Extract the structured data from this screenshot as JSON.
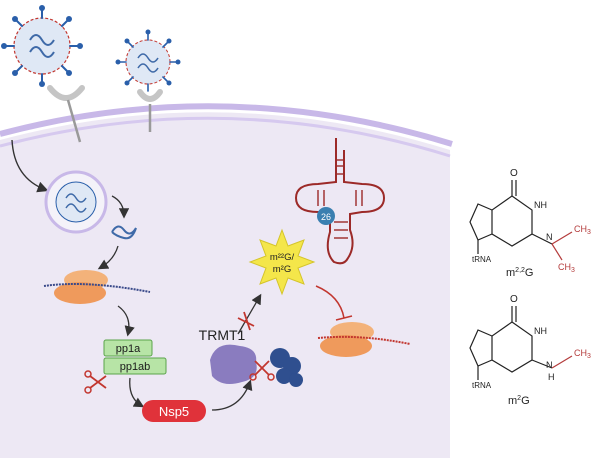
{
  "labels": {
    "pp1a": "pp1a",
    "pp1ab": "pp1ab",
    "nsp5": "Nsp5",
    "trmt1": "TRMT1",
    "mod_line1": "m²²G/",
    "mod_line2": "m²G",
    "trna_position": "26"
  },
  "structures": {
    "top": {
      "name_base": "m",
      "name_sup": "2,2",
      "name_end": "G",
      "tRNA": "tRNA",
      "N": "N",
      "NH": "NH",
      "O": "O",
      "CH3_a": "CH",
      "CH3_b": "CH",
      "sub3": "3"
    },
    "bottom": {
      "name_base": "m",
      "name_sup": "2",
      "name_end": "G",
      "tRNA": "tRNA",
      "N": "N",
      "NH": "NH",
      "H": "H",
      "O": "O",
      "CH3": "CH",
      "sub3": "3"
    }
  },
  "colors": {
    "cytoplasm": "#ede8f4",
    "membrane": "#c8b8e8",
    "spike": "#2a5faa",
    "virus_core": "#3f6aa8",
    "nsp5_red": "#e0323a",
    "pp_green": "#b7e4a6",
    "ribosome": "#f3b27a",
    "trmt1_purple": "#8a7cbf",
    "trna_red": "#9c2a28",
    "nsp_blue": "#2f4f8f",
    "mod_yellow": "#f4e64a",
    "methyl_red": "#b43c3c"
  }
}
